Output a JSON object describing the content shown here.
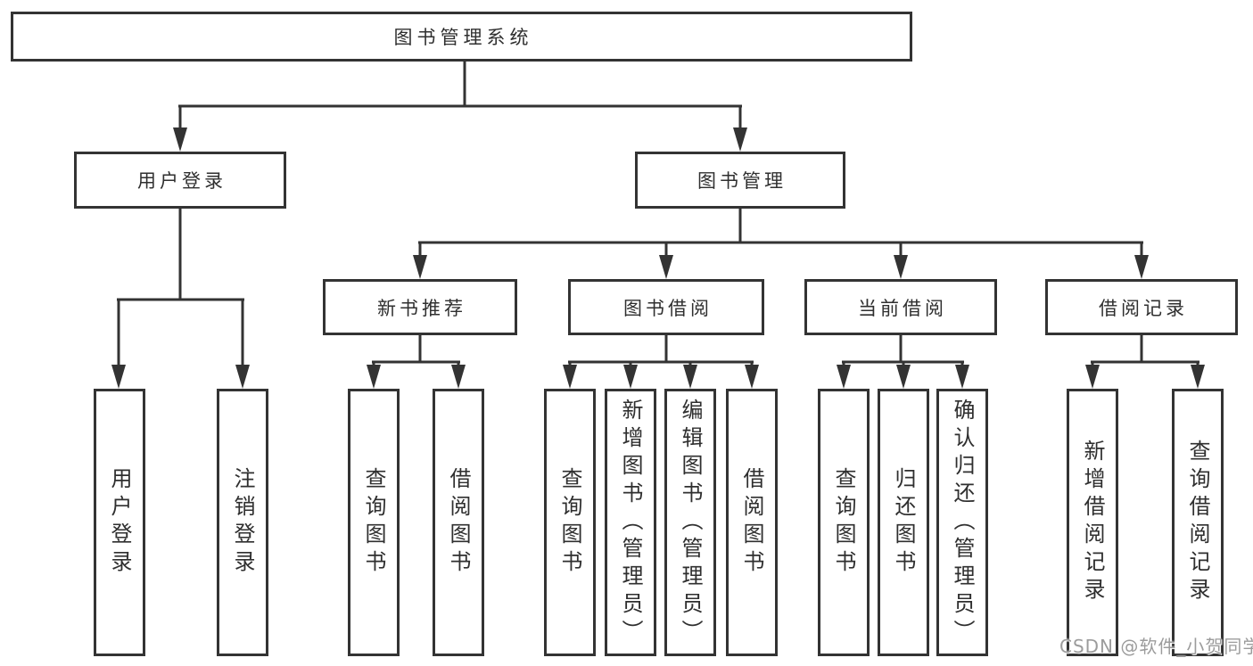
{
  "tree": {
    "label": "图书管理系统",
    "children": [
      {
        "label": "用户登录",
        "children": [
          {
            "label": "用户登录"
          },
          {
            "label": "注销登录"
          }
        ]
      },
      {
        "label": "图书管理",
        "children": [
          {
            "label": "新书推荐",
            "children": [
              {
                "label": "查询图书"
              },
              {
                "label": "借阅图书"
              }
            ]
          },
          {
            "label": "图书借阅",
            "children": [
              {
                "label": "查询图书"
              },
              {
                "label": "新增图书（管理员）"
              },
              {
                "label": "编辑图书（管理员）"
              },
              {
                "label": "借阅图书"
              }
            ]
          },
          {
            "label": "当前借阅",
            "children": [
              {
                "label": "查询图书"
              },
              {
                "label": "归还图书"
              },
              {
                "label": "确认归还（管理员）"
              }
            ]
          },
          {
            "label": "借阅记录",
            "children": [
              {
                "label": "新增借阅记录"
              },
              {
                "label": "查询借阅记录"
              }
            ]
          }
        ]
      }
    ]
  },
  "watermark": {
    "text": "CSDN @软件_小贺同学"
  },
  "colors": {
    "line": "#333333",
    "box_background": "#ffffff",
    "text": "#2f2f2f",
    "watermark": "#9c9c9c",
    "page_background": "#ffffff"
  }
}
